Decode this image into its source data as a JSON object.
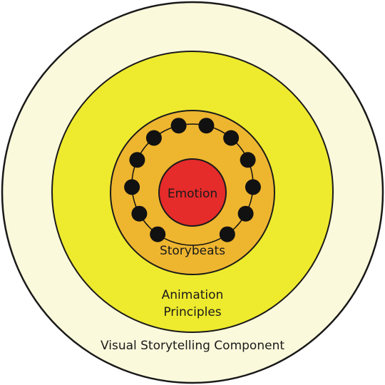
{
  "diagram": {
    "layers": [
      {
        "id": "outer",
        "label": "Visual Storytelling Component",
        "color": "#fbf9dc"
      },
      {
        "id": "animation",
        "label_lines": [
          "Animation",
          "Principles"
        ],
        "color": "#eeea2e"
      },
      {
        "id": "storybeats",
        "label": "Storybeats",
        "color": "#eeb52f"
      },
      {
        "id": "emotion",
        "label": "Emotion",
        "color": "#e62b2b"
      }
    ],
    "storybeat_dots": {
      "count": 12,
      "color": "#111111",
      "ring_color": "#111111"
    },
    "stroke_color": "#1a1a1a"
  }
}
